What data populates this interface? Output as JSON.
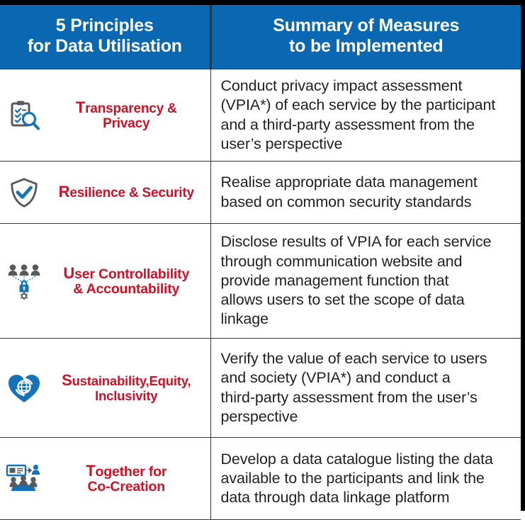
{
  "header": {
    "left_title_lines": [
      "5 Principles",
      "for Data Utilisation"
    ],
    "right_title_lines": [
      "Summary of Measures",
      "to be Implemented"
    ],
    "background_color": "#0A67B1",
    "text_color": "#FFFFFF"
  },
  "colors": {
    "header_blue": "#0A67B1",
    "principle_red": "#CE1126",
    "icon_blue": "#1673BA",
    "icon_gray": "#58595B",
    "body_text": "#221F1F",
    "border": "#3A3A3A",
    "outer_border": "#000000"
  },
  "rows": [
    {
      "icon": "clipboard-magnifier-icon",
      "principle_lines": [
        "Transparency &",
        "Privacy"
      ],
      "measure_lines": [
        "Conduct privacy impact assessment",
        "(VPIA*) of each service by the participant",
        "and a third-party assessment from the",
        "user’s perspective"
      ]
    },
    {
      "icon": "shield-check-icon",
      "principle_lines": [
        "Resilience & Security"
      ],
      "measure_lines": [
        "Realise appropriate data management",
        "based on common security standards"
      ]
    },
    {
      "icon": "users-lock-gear-icon",
      "principle_lines": [
        "User Controllability",
        "& Accountability"
      ],
      "measure_lines": [
        "Disclose results of VPIA for each service",
        "through communication website and",
        "provide management function that",
        "allows users to set the scope of data",
        "linkage"
      ]
    },
    {
      "icon": "heart-globe-recycle-icon",
      "principle_lines": [
        "Sustainability,Equity,",
        "Inclusivity"
      ],
      "measure_lines": [
        "Verify the value of each service to users",
        "and society (VPIA*) and conduct a",
        "third-party assessment from the user’s",
        "perspective"
      ]
    },
    {
      "icon": "collaboration-meeting-icon",
      "principle_lines": [
        "Together for",
        "Co-Creation"
      ],
      "measure_lines": [
        "Develop a data catalogue listing the data",
        "available to the participants and link the",
        "data through data linkage platform"
      ]
    }
  ]
}
